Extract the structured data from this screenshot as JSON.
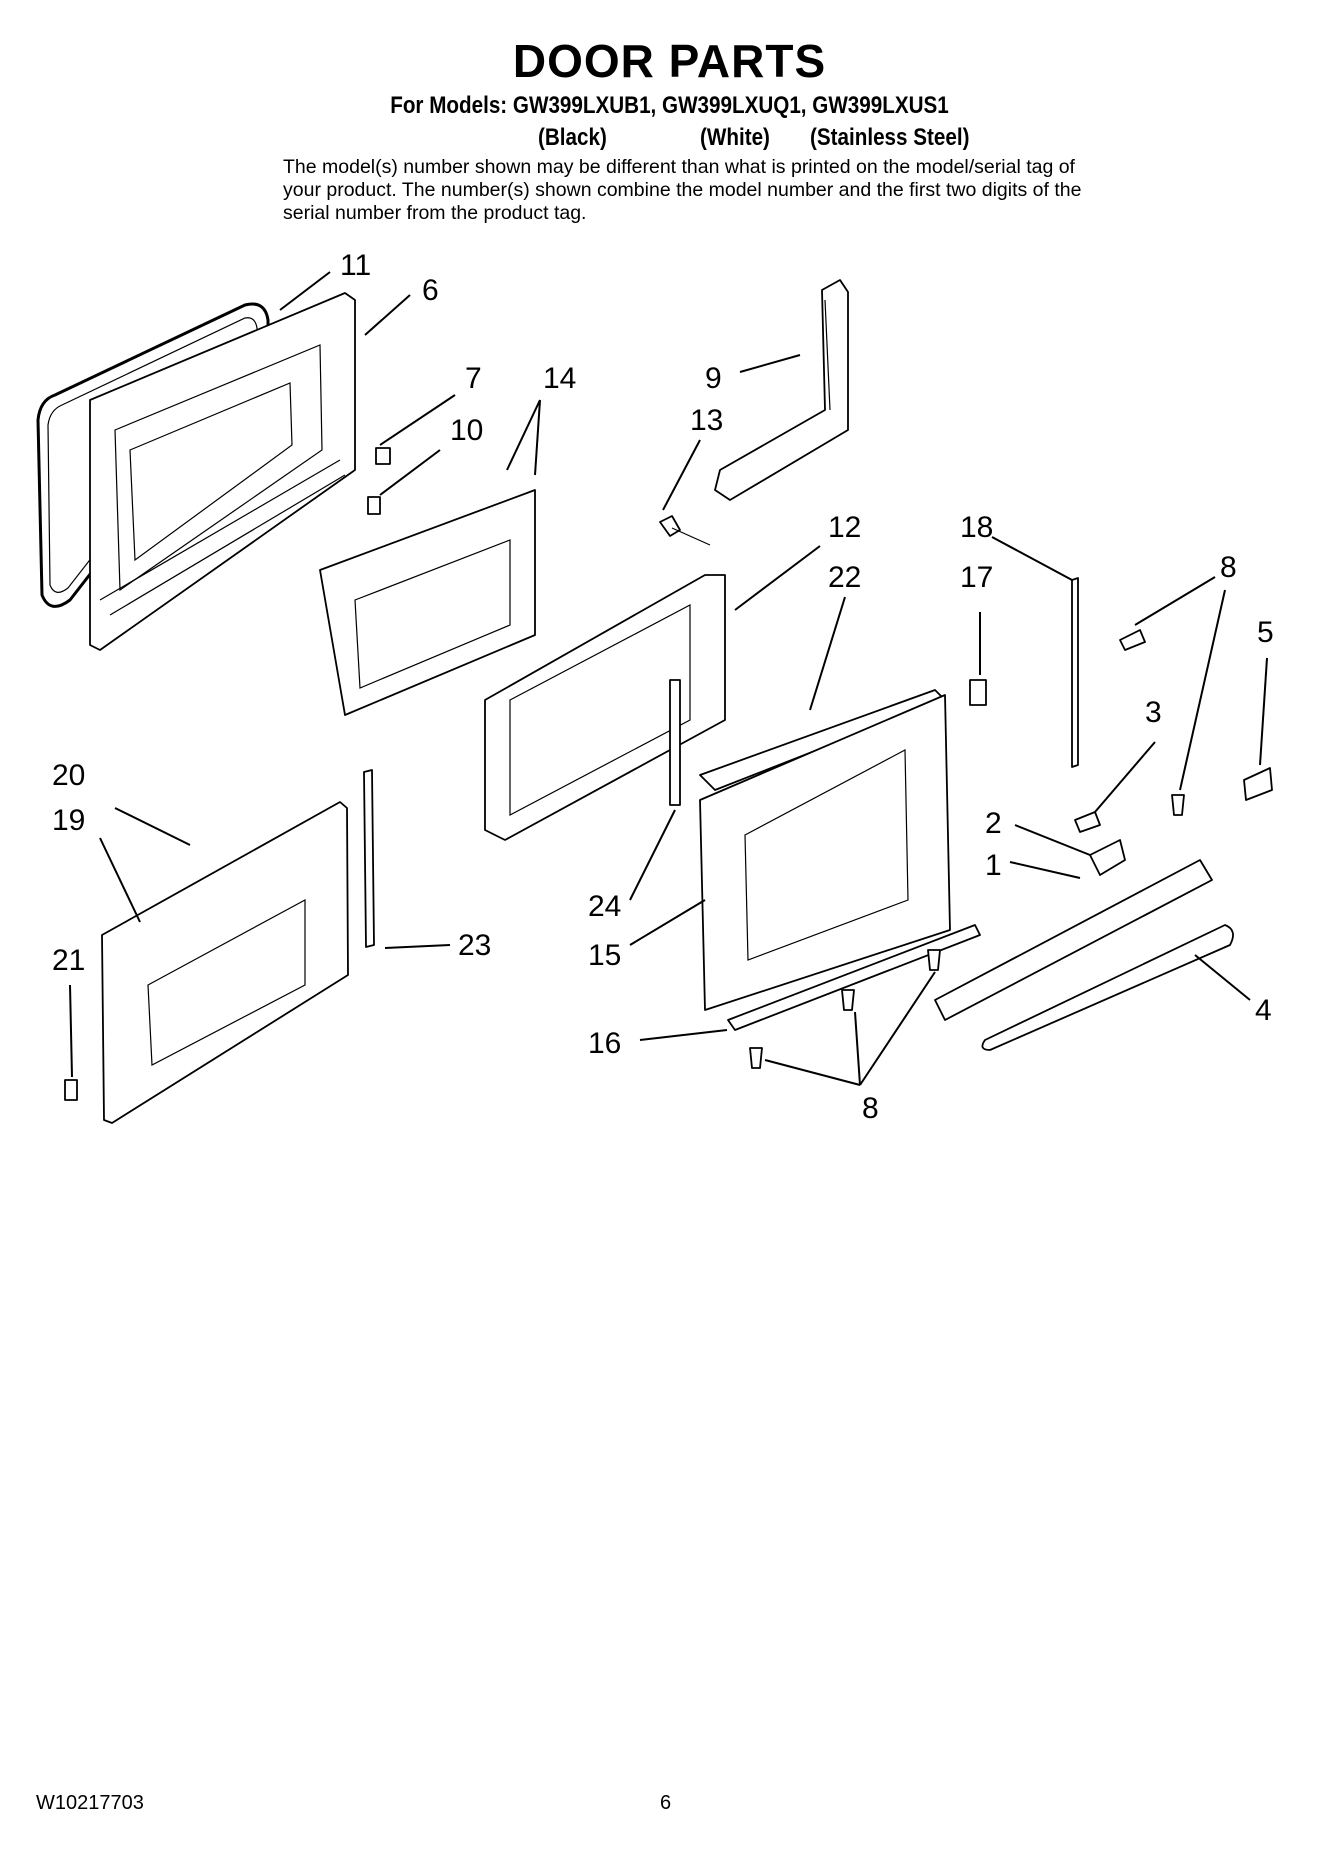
{
  "header": {
    "title": "DOOR PARTS",
    "models": "For Models: GW399LXUB1, GW399LXUQ1, GW399LXUS1",
    "color_black": "(Black)",
    "color_white": "(White)",
    "color_stainless": "(Stainless Steel)",
    "note": "The model(s) number shown may be different than what is printed on the model/serial tag of your product. The number(s) shown combine the model number and the first two digits of the serial number from the product tag."
  },
  "callouts": {
    "c1": "1",
    "c2": "2",
    "c3": "3",
    "c4": "4",
    "c5": "5",
    "c6": "6",
    "c7": "7",
    "c8a": "8",
    "c8b": "8",
    "c9": "9",
    "c10": "10",
    "c11": "11",
    "c12": "12",
    "c13": "13",
    "c14": "14",
    "c15": "15",
    "c16": "16",
    "c17": "17",
    "c18": "18",
    "c19": "19",
    "c20": "20",
    "c21": "21",
    "c22": "22",
    "c23": "23",
    "c24": "24"
  },
  "footer": {
    "doc_number": "W10217703",
    "page_number": "6"
  }
}
